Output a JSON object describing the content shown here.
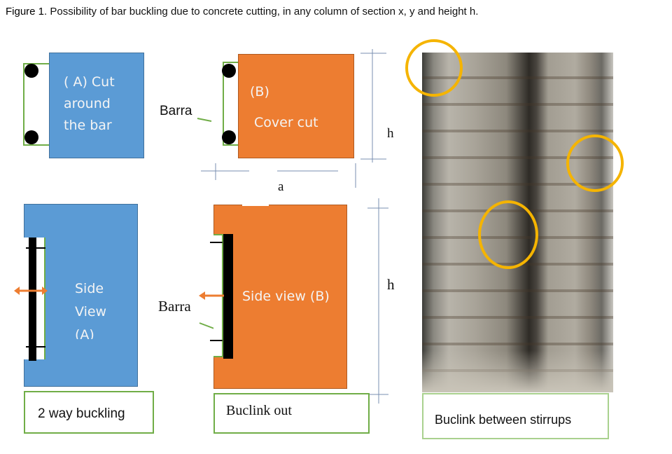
{
  "caption": {
    "prefix": "Figure 1",
    "text": ". Possibility of bar buckling due to concrete cutting, in any column of section x, y and height h."
  },
  "panelA": {
    "text_line1": "( A) Cut",
    "text_line2": "around",
    "text_line3": "the bar"
  },
  "panelB": {
    "text_line1": "(B)",
    "text_line2": "Cover cut"
  },
  "barra_top": "Barra",
  "barra_bottom": "Barra",
  "dim_a": "a",
  "dim_h_top": "h",
  "dim_h_bottom": "h",
  "sideA": {
    "line1": "Side",
    "line2": "View",
    "line3": "(A)"
  },
  "sideB": "Side view (B)",
  "labels": {
    "two_way": "2 way buckling",
    "out": "Buclink out",
    "stirrups": "Buclink between stirrups"
  },
  "colors": {
    "blue": "#5b9bd5",
    "orange": "#ed7d31",
    "highlight": "#f5b400",
    "green": "#70ad47"
  }
}
